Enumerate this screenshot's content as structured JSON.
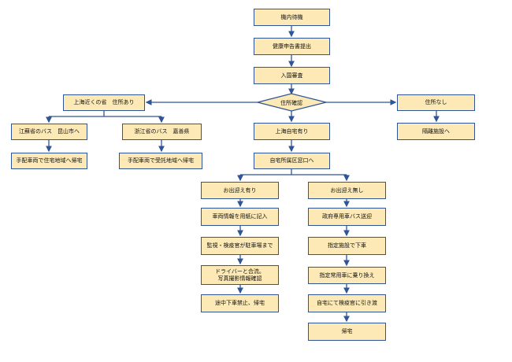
{
  "flow": {
    "wait": "機内待機",
    "health_form": "健康申告書提出",
    "immigration": "入国審査",
    "address_check": "住所確認",
    "near_shanghai": "上海近くの省　住所あり",
    "shanghai_home": "上海自宅有り",
    "no_address": "住所なし",
    "jiangsu": "江蘇省のバス　昆山市へ",
    "zhejiang": "浙江省のバス　嘉善県",
    "quarantine_facility": "隔離施設へ",
    "jiangsu_home": "手配車両で住宅地域へ帰宅",
    "zhejiang_home": "手配車両で受託地域へ帰宅",
    "district_window": "自宅所属区窓口へ",
    "pickup_yes": "お出迎え有り",
    "pickup_no": "お出迎え無し",
    "vehicle_info": "車両情報を用紙に記入",
    "gov_bus": "政府専用車バス送迎",
    "inspector_parking": "監視・検疫官が駐車場まで",
    "designated_drop": "指定施設で下車",
    "driver_meet": "ドライバーと合流。\n写真撮影情報確認",
    "transfer_car": "指定常用車に乗り換え",
    "no_stop_home": "途中下車禁止、帰宅",
    "handover_inspector": "自宅にて検疫官に引き渡",
    "home": "帰宅"
  }
}
